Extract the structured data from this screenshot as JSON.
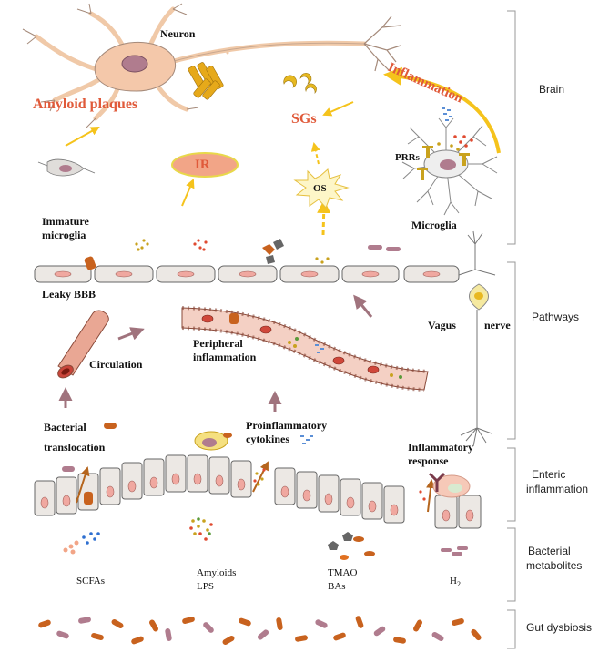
{
  "labels": {
    "neuron": "Neuron",
    "amyloid_plaques": "Amyloid plaques",
    "inflammation": "Inflammation",
    "sgs": "SGs",
    "ir": "IR",
    "os": "OS",
    "prrs": "PRRs",
    "microglia": "Microglia",
    "immature_microglia_1": "Immature",
    "immature_microglia_2": "microglia",
    "leaky_bbb": "Leaky BBB",
    "circulation": "Circulation",
    "peripheral_inflammation_1": "Peripheral",
    "peripheral_inflammation_2": "inflammation",
    "vagus": "Vagus",
    "nerve": "nerve",
    "bacterial_translocation_1": "Bacterial",
    "bacterial_translocation_2": "translocation",
    "proinflammatory_1": "Proinflammatory",
    "proinflammatory_2": "cytokines",
    "inflammatory_response_1": "Inflammatory",
    "inflammatory_response_2": "response",
    "scfas": "SCFAs",
    "amyloids": "Amyloids",
    "lps": "LPS",
    "tmao": "TMAO",
    "bas": "BAs",
    "h2": "H",
    "h2_sub": "2"
  },
  "sections": {
    "brain": "Brain",
    "pathways": "Pathways",
    "enteric_1": "Enteric",
    "enteric_2": "inflammation",
    "bacterial_1": "Bacterial",
    "bacterial_2": "metabolites",
    "gut_dysbiosis": "Gut dysbiosis"
  },
  "colors": {
    "red_label": "#e05a3a",
    "arrow_yellow": "#f5c31c",
    "arrow_mauve": "#a0737d",
    "membrane": "#ece8e4",
    "nucleus": "#f0a8a0",
    "bacteria_orange": "#c8621e",
    "bacteria_pink": "#b07c8e",
    "vessel": "#e9a794"
  }
}
